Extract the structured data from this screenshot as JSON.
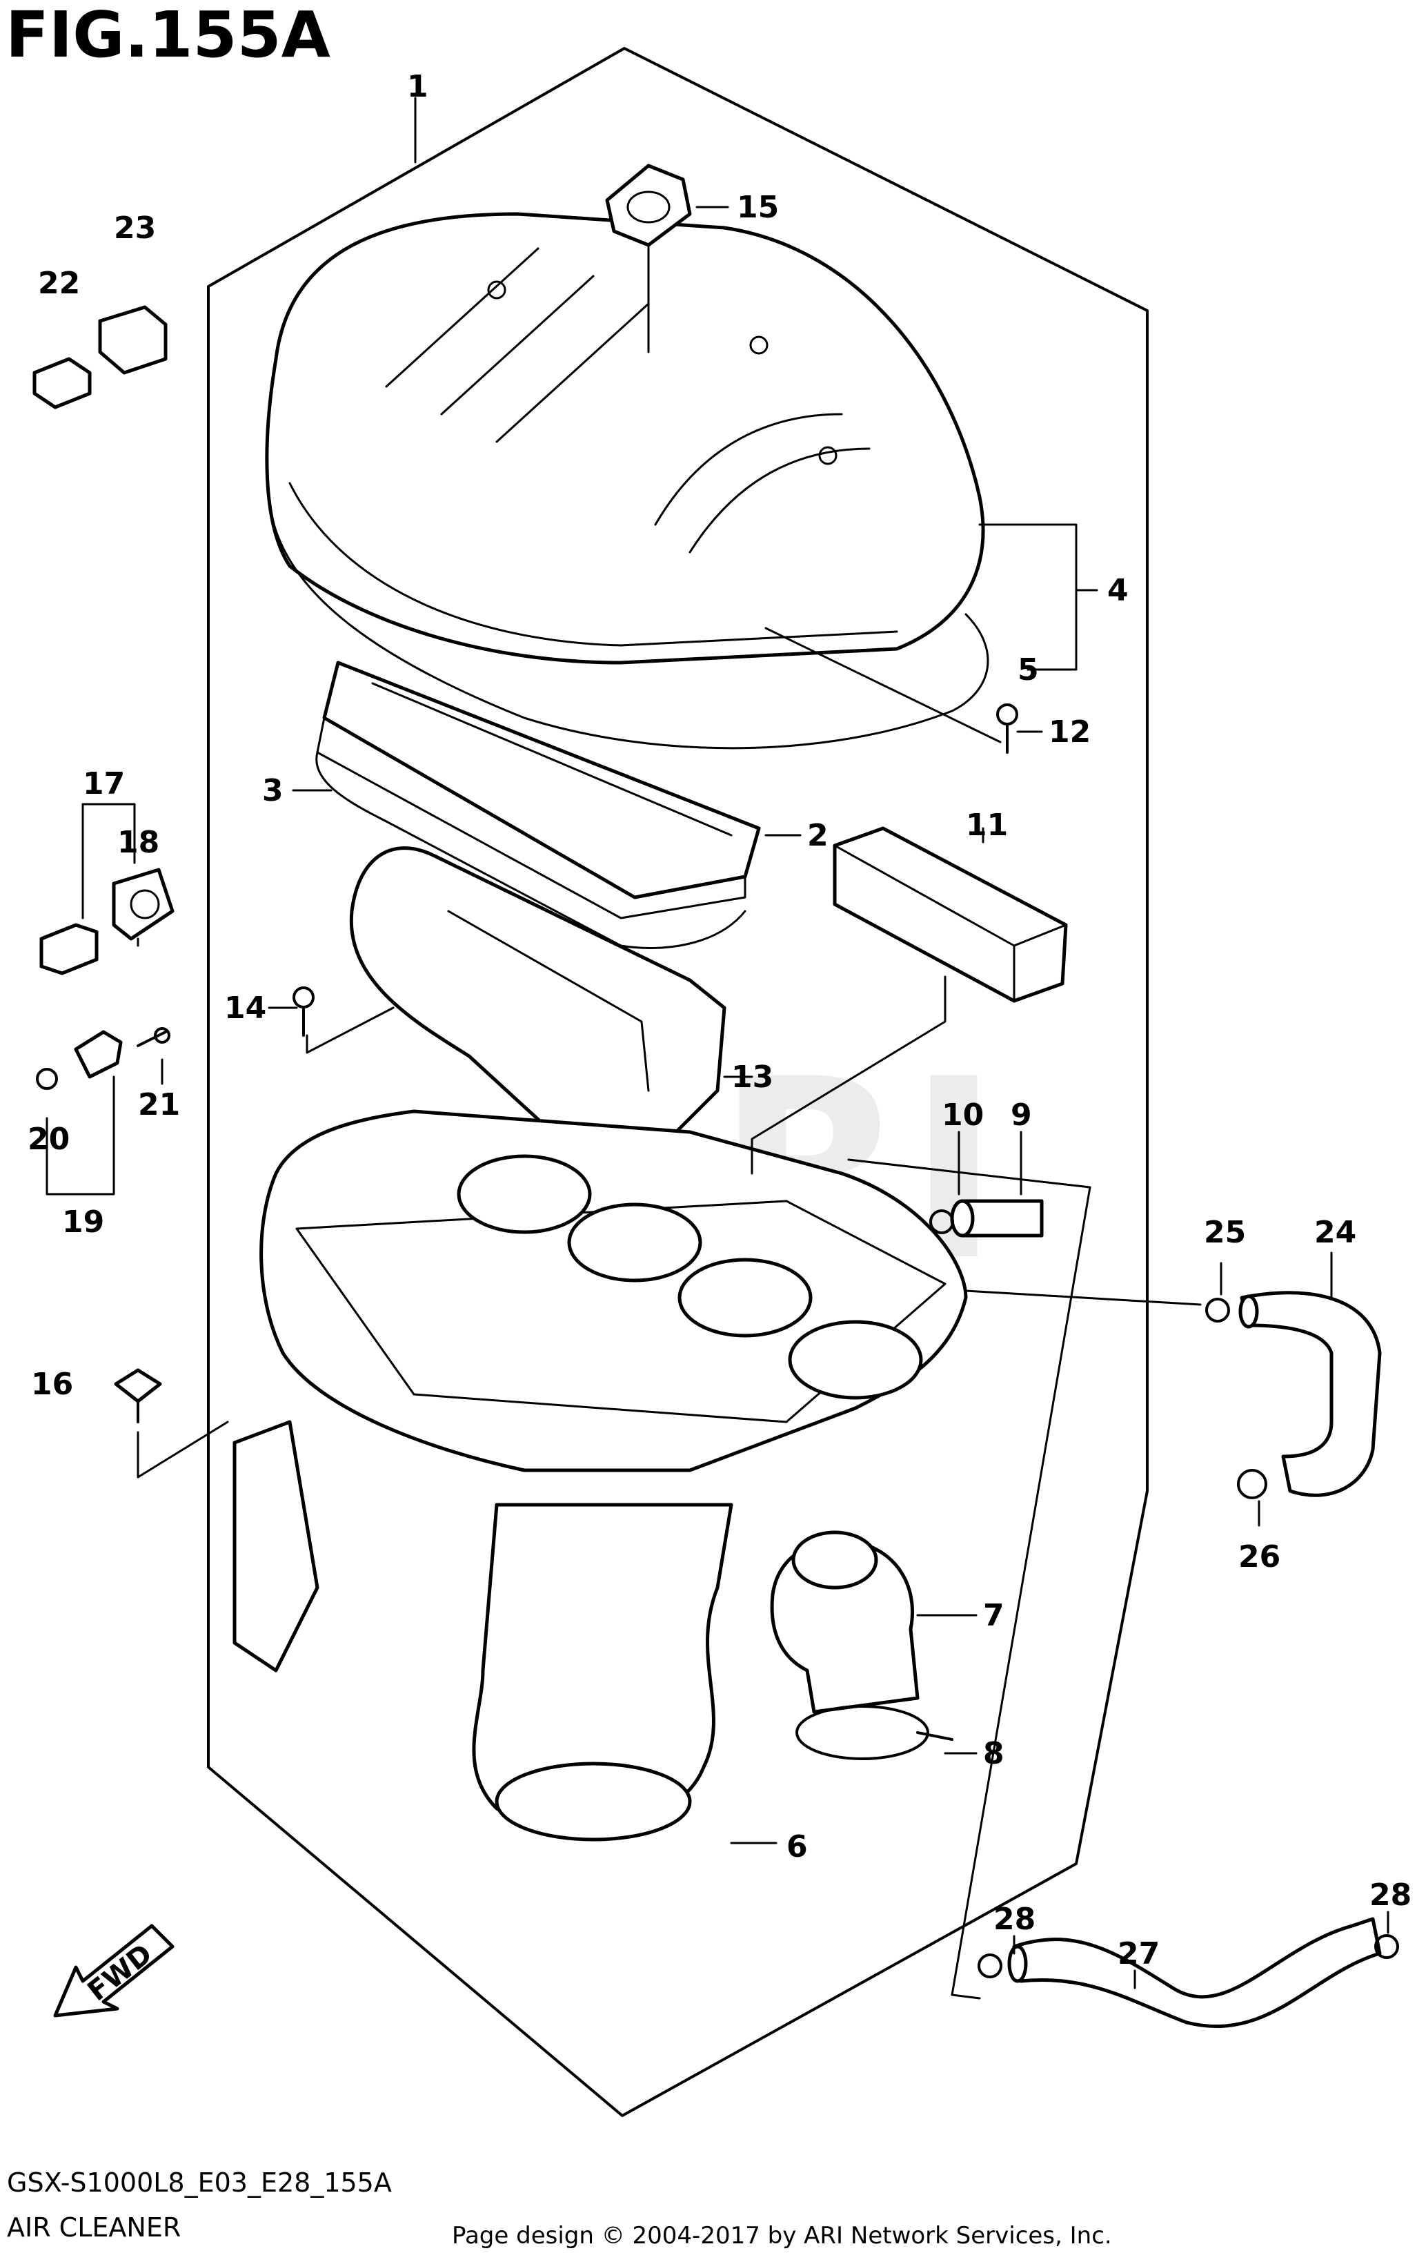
{
  "figure": {
    "title": "FIG.155A"
  },
  "watermark": "ARI",
  "fwd_label": "FWD",
  "callouts": [
    {
      "id": "c1",
      "label": "1"
    },
    {
      "id": "c2",
      "label": "2"
    },
    {
      "id": "c3",
      "label": "3"
    },
    {
      "id": "c4",
      "label": "4"
    },
    {
      "id": "c5",
      "label": "5"
    },
    {
      "id": "c6",
      "label": "6"
    },
    {
      "id": "c7",
      "label": "7"
    },
    {
      "id": "c8",
      "label": "8"
    },
    {
      "id": "c9",
      "label": "9"
    },
    {
      "id": "c10",
      "label": "10"
    },
    {
      "id": "c11",
      "label": "11"
    },
    {
      "id": "c12",
      "label": "12"
    },
    {
      "id": "c13",
      "label": "13"
    },
    {
      "id": "c14",
      "label": "14"
    },
    {
      "id": "c15",
      "label": "15"
    },
    {
      "id": "c16",
      "label": "16"
    },
    {
      "id": "c17",
      "label": "17"
    },
    {
      "id": "c18",
      "label": "18"
    },
    {
      "id": "c19",
      "label": "19"
    },
    {
      "id": "c20",
      "label": "20"
    },
    {
      "id": "c21",
      "label": "21"
    },
    {
      "id": "c22",
      "label": "22"
    },
    {
      "id": "c23",
      "label": "23"
    },
    {
      "id": "c24",
      "label": "24"
    },
    {
      "id": "c25",
      "label": "25"
    },
    {
      "id": "c26",
      "label": "26"
    },
    {
      "id": "c27",
      "label": "27"
    },
    {
      "id": "c28a",
      "label": "28"
    },
    {
      "id": "c28b",
      "label": "28"
    }
  ],
  "footer": {
    "model_code": "GSX-S1000L8_E03_E28_155A",
    "section_name": "AIR CLEANER",
    "copyright": "Page design © 2004-2017 by ARI Network Services, Inc."
  }
}
